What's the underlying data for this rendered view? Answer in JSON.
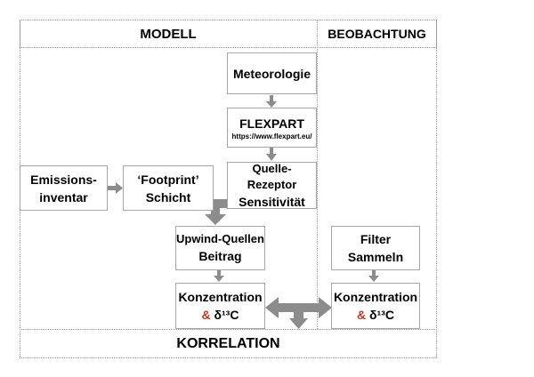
{
  "headers": {
    "modell": "MODELL",
    "beobachtung": "BEOBACHTUNG",
    "korrelation": "KORRELATION"
  },
  "boxes": {
    "meteorologie": "Meteorologie",
    "flexpart_title": "FLEXPART",
    "flexpart_url": "https://www.flexpart.eu/",
    "quelle_rezeptor_1": "Quelle-Rezeptor",
    "quelle_rezeptor_2": "Sensitivität",
    "emissions_1": "Emissions-",
    "emissions_2": "inventar",
    "footprint_1": "‘Footprint’",
    "footprint_2": "Schicht",
    "upwind_1": "Upwind-Quellen",
    "upwind_2": "Beitrag",
    "konz_model_1": "Konzentration",
    "konz_model_amp": "&",
    "konz_model_delta": "δ¹³C",
    "filter_1": "Filter",
    "filter_2": "Sammeln",
    "konz_obs_1": "Konzentration",
    "konz_obs_amp": "&",
    "konz_obs_delta": "δ¹³C"
  },
  "colors": {
    "arrow": "#8c8c8c",
    "accent": "#c0392b",
    "border": "#a6a6a6"
  }
}
